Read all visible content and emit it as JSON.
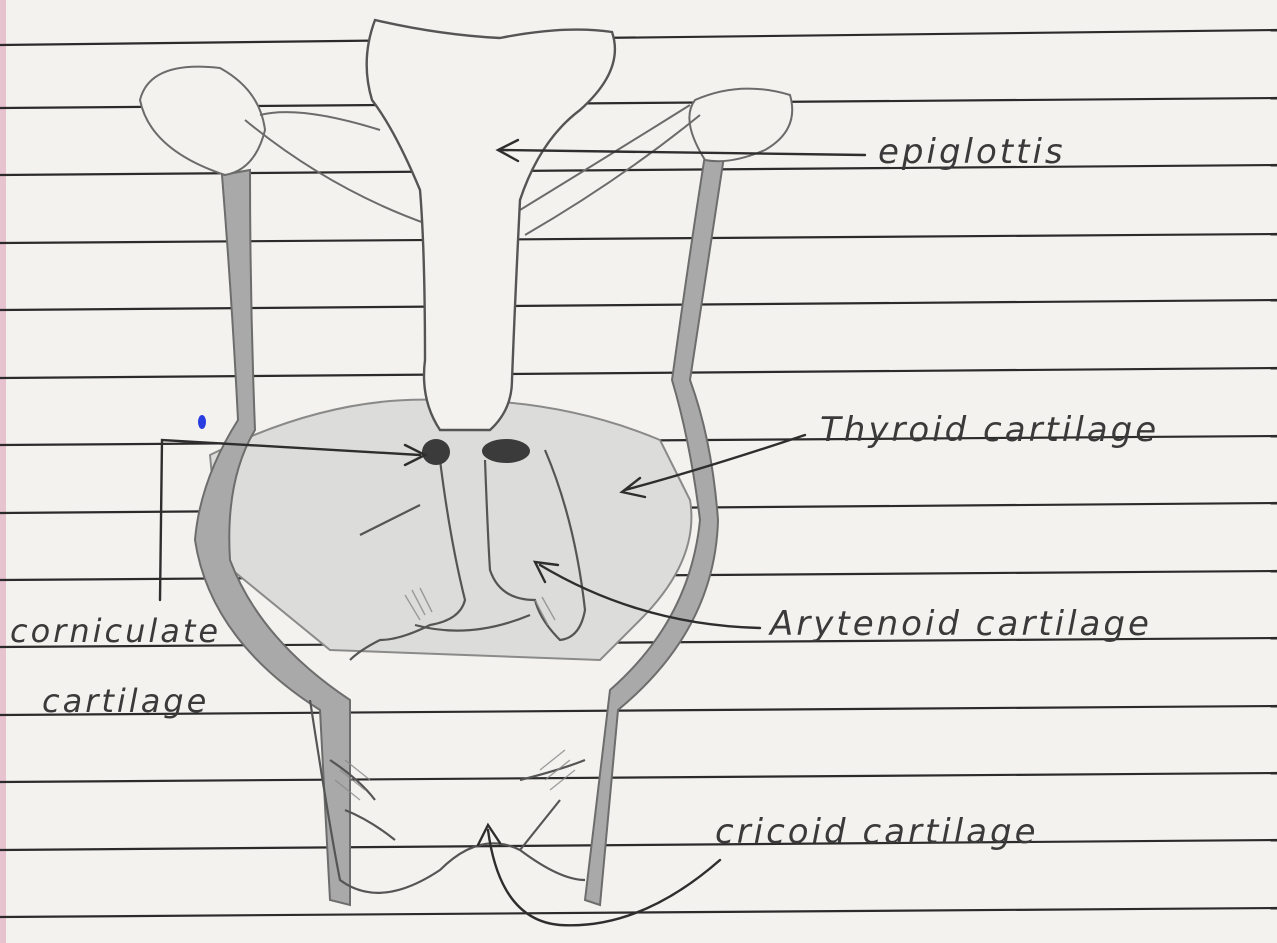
{
  "diagram": {
    "labels": {
      "epiglottis": "epiglottis",
      "thyroid": "Thyroid cartilage",
      "arytenoid": "Arytenoid cartilage",
      "corniculate_line1": "corniculate",
      "corniculate_line2": "cartilage",
      "cricoid": "cricoid cartilage"
    },
    "colors": {
      "paper": "#f3f2ee",
      "rule_line": "#2b2b2b",
      "pencil": "#555555",
      "shading": "#9a9a9a",
      "margin": "#e7c2cf",
      "ink_dot": "#2a3de0"
    }
  }
}
